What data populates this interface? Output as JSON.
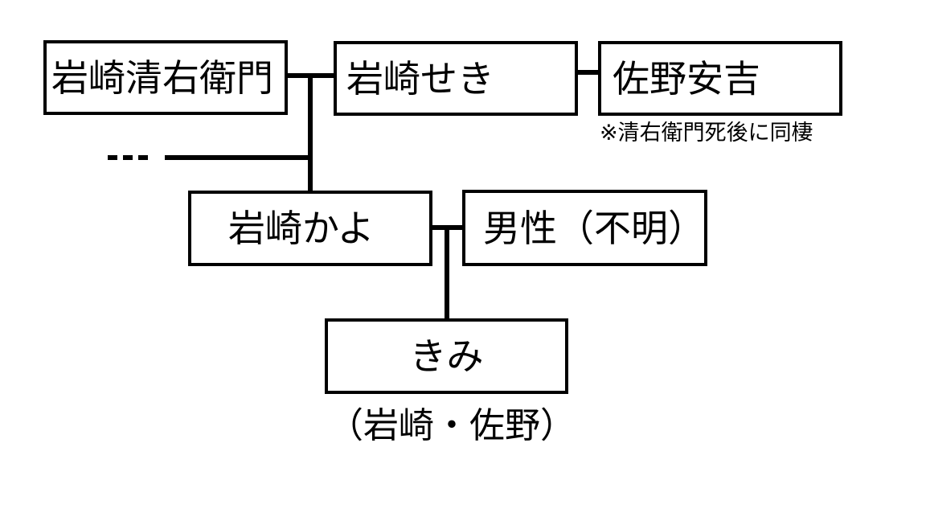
{
  "people": {
    "seiemon": "岩崎清右衛門",
    "seki": "岩崎せき",
    "yasukichi": "佐野安吉",
    "kayo": "岩崎かよ",
    "unknown_male": "男性（不明）",
    "kimi": "きみ"
  },
  "notes": {
    "yasukichi_note": "※清右衛門死後に同棲",
    "kimi_surnames": "（岩崎・佐野）"
  }
}
